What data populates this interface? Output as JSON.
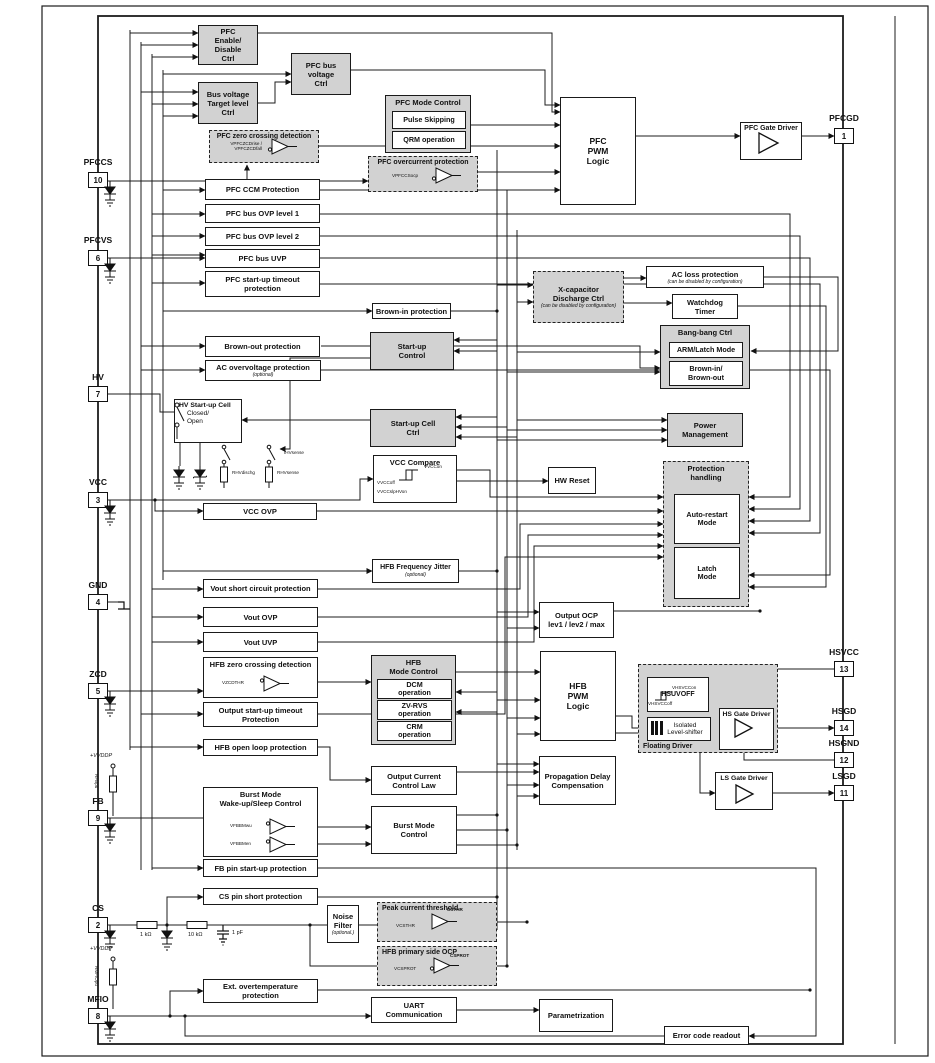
{
  "pins": {
    "left": [
      {
        "name": "PFCCS",
        "num": "10"
      },
      {
        "name": "PFCVS",
        "num": "6"
      },
      {
        "name": "HV",
        "num": "7"
      },
      {
        "name": "VCC",
        "num": "3"
      },
      {
        "name": "GND",
        "num": "4"
      },
      {
        "name": "ZCD",
        "num": "5"
      },
      {
        "name": "FB",
        "num": "9"
      },
      {
        "name": "CS",
        "num": "2"
      },
      {
        "name": "MFIO",
        "num": "8"
      }
    ],
    "right": [
      {
        "name": "PFCGD",
        "num": "1"
      },
      {
        "name": "HSVCC",
        "num": "13"
      },
      {
        "name": "HSGD",
        "num": "14"
      },
      {
        "name": "HSGND",
        "num": "12"
      },
      {
        "name": "LSGD",
        "num": "11"
      }
    ]
  },
  "blocks": {
    "pfc_enable": {
      "label": "PFC\nEnable/\nDisable\nCtrl"
    },
    "bus_target": {
      "label": "Bus voltage\nTarget level\nCtrl"
    },
    "pfc_bus_v": {
      "label": "PFC bus\nvoltage\nCtrl"
    },
    "pfc_mode": {
      "title": "PFC Mode Control",
      "sub1": "Pulse Skipping",
      "sub2": "QRM operation"
    },
    "pfc_zcd": {
      "label": "PFC zero crossing detection"
    },
    "pfc_ocp": {
      "label": "PFC overcurrent protection"
    },
    "pfc_pwm": {
      "label": "PFC\nPWM\nLogic"
    },
    "pfc_gd": {
      "label": "PFC Gate Driver"
    },
    "pfc_ccm": {
      "label": "PFC CCM Protection"
    },
    "pfc_ovp1": {
      "label": "PFC bus OVP level 1"
    },
    "pfc_ovp2": {
      "label": "PFC bus OVP level 2"
    },
    "pfc_uvp": {
      "label": "PFC bus UVP"
    },
    "pfc_sut": {
      "label": "PFC start-up timeout\nprotection"
    },
    "xcap": {
      "label": "X-capacitor\nDischarge Ctrl",
      "note": "(can be disabled by configuration)"
    },
    "ac_loss": {
      "label": "AC loss protection",
      "note": "(can be disabled by configuration)"
    },
    "watchdog": {
      "label": "Watchdog\nTimer"
    },
    "bangbang": {
      "title": "Bang-bang Ctrl",
      "sub1": "ARM/Latch Mode",
      "sub2": "Brown-in/\nBrown-out"
    },
    "brown_in": {
      "label": "Brown-in protection"
    },
    "brown_out": {
      "label": "Brown-out protection"
    },
    "ac_ovp": {
      "label": "AC overvoltage protection",
      "note": "(optional)"
    },
    "startup_ctrl": {
      "label": "Start-up\nControl"
    },
    "hv_cell": {
      "title": "HV Start-up Cell",
      "state": "Closed/\nOpen"
    },
    "sucell": {
      "label": "Start-up Cell\nCtrl"
    },
    "vcc_cmp": {
      "title": "VCC Compare"
    },
    "hw_reset": {
      "label": "HW Reset"
    },
    "pwr": {
      "label": "Power\nManagement"
    },
    "ph": {
      "title": "Protection\nhandling",
      "sub1": "Auto-restart\nMode",
      "sub2": "Latch\nMode"
    },
    "vcc_ovp": {
      "label": "VCC OVP"
    },
    "jitter": {
      "label": "HFB Frequency Jitter",
      "note": "(optional)"
    },
    "vout_scp": {
      "label": "Vout short circuit protection"
    },
    "vout_ovp": {
      "label": "Vout OVP"
    },
    "vout_uvp": {
      "label": "Vout UVP"
    },
    "hfb_zcd": {
      "label": "HFB zero crossing detection"
    },
    "out_sut": {
      "label": "Output start-up timeout\nProtection"
    },
    "hfb_olp": {
      "label": "HFB open loop protection"
    },
    "hfb_mode": {
      "title": "HFB\nMode Control",
      "sub1": "DCM\noperation",
      "sub2": "ZV-RVS\noperation",
      "sub3": "CRM\noperation"
    },
    "out_ocp": {
      "label": "Output OCP\nlev1 / lev2 / max"
    },
    "hfb_pwm": {
      "label": "HFB\nPWM\nLogic"
    },
    "occl": {
      "label": "Output Current\nControl Law"
    },
    "pdc": {
      "label": "Propagation Delay\nCompensation"
    },
    "burst_wusc": {
      "label": "Burst Mode\nWake-up/Sleep Control"
    },
    "burst": {
      "label": "Burst Mode\nControl"
    },
    "fb_sut": {
      "label": "FB pin start-up protection"
    },
    "cs_short": {
      "label": "CS pin short protection"
    },
    "noise": {
      "label": "Noise\nFilter",
      "note": "(optional.)"
    },
    "peak": {
      "label": "Peak current threshold"
    },
    "hfb_ocp": {
      "label": "HFB primary side OCP"
    },
    "ext_otp": {
      "label": "Ext. overtemperature\nprotection"
    },
    "uart": {
      "label": "UART\nCommunication"
    },
    "param": {
      "label": "Parametrization"
    },
    "err": {
      "label": "Error code readout"
    },
    "fdrv": {
      "title": "Floating Driver",
      "hsuvoff": "HSUVOFF",
      "lvl": "Isolated\nLevel-shifter",
      "hs_gd": "HS Gate Driver"
    },
    "ls_gd": {
      "label": "LS Gate Driver"
    }
  },
  "labels": {
    "vvddp": "+VVDDP",
    "rfbpu": "RFBpu",
    "rmfiopu": "RMFIOpu",
    "r1k": "1 kΩ",
    "r10k": "10 kΩ",
    "c1p": "1 pF",
    "rhvdischg": "RHVdischg",
    "rhvsense": "RHVsense",
    "ihvsense": "IHVsense",
    "vpfczcd": "VPFCZCDrise /\nVPFCZCDfall",
    "vpfccsocp": "VPFCCSocp",
    "vzcdthr": "VZCDTHR",
    "vfbbmwu": "VFBBMwu",
    "vfbbmen": "VFBBMen",
    "csthr": "CSTHR",
    "vcsthr": "VCSTHR",
    "csprot": "CSPROT",
    "vcsprot": "VCSPROT",
    "vvccon": "VVCCon",
    "vvccoff": "VVCCoff",
    "vvccslphvon": "VVCCslpHVon",
    "vhsvccon": "VHSVCCon",
    "vhsvccoff": "VHSVCCoff"
  }
}
